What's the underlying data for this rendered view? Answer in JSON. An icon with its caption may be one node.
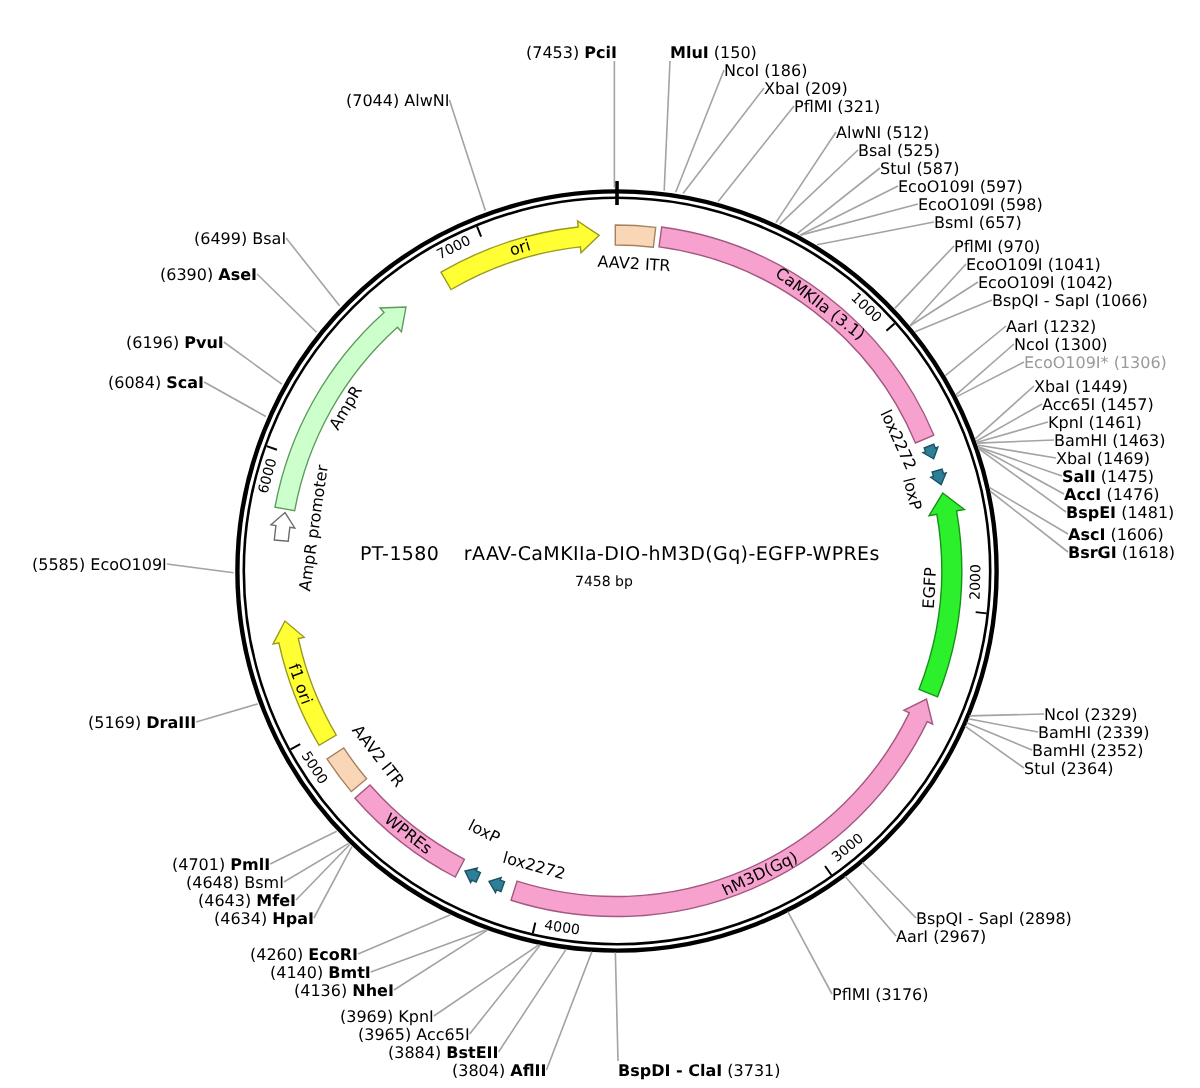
{
  "diagram": {
    "title": "PT-1580 rAAV-CaMKIIa-DIO-hM3D(Gq)-EGFP-WPREs",
    "nodes": [
      {
        "text": [],
        "shape": "circle"
      },
      {
        "text": [
          "AAV2 ITR"
        ],
        "in": 0
      },
      {
        "text": [
          "CaMKIIa (3.1)"
        ],
        "in": 0
      },
      {
        "text": [
          "lox2272"
        ],
        "in": 0
      },
      {
        "text": [
          "loxP"
        ],
        "in": 0
      },
      {
        "text": [
          "EGFP"
        ],
        "in": 0
      },
      {
        "text": [
          "hM3D(Gq)"
        ],
        "in": 0
      },
      {
        "text": [
          "lox2272"
        ],
        "in": 0
      },
      {
        "text": [
          "loxP"
        ],
        "in": 0
      },
      {
        "text": [
          "WPREs"
        ],
        "in": 0
      },
      {
        "text": [
          "AAV2 ITR"
        ],
        "in": 0
      },
      {
        "text": [
          "f1 ori"
        ],
        "in": 0
      },
      {
        "text": [
          "AmpR promoter"
        ],
        "in": 0
      },
      {
        "text": [
          "AmpR"
        ],
        "in": 0
      },
      {
        "text": [
          "ori"
        ],
        "in": 0
      },
      {
        "text": [
          "(7453) **PciI**"
        ]
      },
      {
        "text": [
          "**MluI** (150)"
        ]
      },
      {
        "text": [
          "NcoI (186)"
        ]
      },
      {
        "text": [
          "XbaI (209)"
        ]
      },
      {
        "text": [
          "PflMI (321)"
        ]
      },
      {
        "text": [
          "AlwNI (512)"
        ]
      },
      {
        "text": [
          "BsaI (525)"
        ]
      },
      {
        "text": [
          "StuI (587)"
        ]
      },
      {
        "text": [
          "EcoO109I (597)"
        ]
      },
      {
        "text": [
          "EcoO109I (598)"
        ]
      },
      {
        "text": [
          "BsmI (657)"
        ]
      },
      {
        "text": [
          "PflMI (970)"
        ]
      },
      {
        "text": [
          "EcoO109I (1041)"
        ]
      },
      {
        "text": [
          "EcoO109I (1042)"
        ]
      },
      {
        "text": [
          "BspQI - SapI (1066)"
        ]
      },
      {
        "text": [
          "AarI (1232)"
        ]
      },
      {
        "text": [
          "NcoI (1300)"
        ]
      },
      {
        "text": [
          "EcoO109I* (1306)"
        ]
      },
      {
        "text": [
          "XbaI (1449)"
        ]
      },
      {
        "text": [
          "Acc65I (1457)"
        ]
      },
      {
        "text": [
          "KpnI (1461)"
        ]
      },
      {
        "text": [
          "BamHI (1463)"
        ]
      },
      {
        "text": [
          "XbaI (1469)"
        ]
      },
      {
        "text": [
          "**SalI** (1475)"
        ]
      },
      {
        "text": [
          "**AccI** (1476)"
        ]
      },
      {
        "text": [
          "**BspEI** (1481)"
        ]
      },
      {
        "text": [
          "**AscI** (1606)"
        ]
      },
      {
        "text": [
          "**BsrGI** (1618)"
        ]
      },
      {
        "text": [
          "NcoI (2329)"
        ]
      },
      {
        "text": [
          "BamHI (2339)"
        ]
      },
      {
        "text": [
          "BamHI (2352)"
        ]
      },
      {
        "text": [
          "StuI (2364)"
        ]
      },
      {
        "text": [
          "BspQI - SapI (2898)"
        ]
      },
      {
        "text": [
          "AarI (2967)"
        ]
      },
      {
        "text": [
          "PflMI (3176)"
        ]
      },
      {
        "text": [
          "**BspDI - ClaI** (3731)"
        ]
      },
      {
        "text": [
          "(3804) **AflII**"
        ]
      },
      {
        "text": [
          "(3884) **BstEII**"
        ]
      },
      {
        "text": [
          "(3965) Acc65I"
        ]
      },
      {
        "text": [
          "(3969) KpnI"
        ]
      },
      {
        "text": [
          "(4136) **NheI**"
        ]
      },
      {
        "text": [
          "(4140) **BmtI**"
        ]
      },
      {
        "text": [
          "(4260) **EcoRI**"
        ]
      },
      {
        "text": [
          "(4634) **HpaI**"
        ]
      },
      {
        "text": [
          "(4643) **MfeI**"
        ]
      },
      {
        "text": [
          "(4648) BsmI"
        ]
      },
      {
        "text": [
          "(4701) **PmlI**"
        ]
      },
      {
        "text": [
          "(5169) **DraIII**"
        ]
      },
      {
        "text": [
          "(5585) EcoO109I"
        ]
      },
      {
        "text": [
          "(6084) **ScaI**"
        ]
      },
      {
        "text": [
          "(6196) **PvuI**"
        ]
      },
      {
        "text": [
          "(6390) **AseI**"
        ]
      },
      {
        "text": [
          "(6499) BsaI"
        ]
      },
      {
        "text": [
          "(7044) AlwNI"
        ]
      }
    ],
    "edges": [
      {
        "from": 15,
        "to": 0,
        "arrow": "none"
      },
      {
        "from": 16,
        "to": 0,
        "arrow": "none"
      },
      {
        "from": 17,
        "to": 0,
        "arrow": "none"
      },
      {
        "from": 18,
        "to": 0,
        "arrow": "none"
      },
      {
        "from": 19,
        "to": 0,
        "arrow": "none"
      },
      {
        "from": 20,
        "to": 0,
        "arrow": "none"
      },
      {
        "from": 21,
        "to": 0,
        "arrow": "none"
      },
      {
        "from": 22,
        "to": 0,
        "arrow": "none"
      },
      {
        "from": 23,
        "to": 0,
        "arrow": "none"
      },
      {
        "from": 24,
        "to": 0,
        "arrow": "none"
      },
      {
        "from": 25,
        "to": 0,
        "arrow": "none"
      },
      {
        "from": 26,
        "to": 0,
        "arrow": "none"
      },
      {
        "from": 27,
        "to": 0,
        "arrow": "none"
      },
      {
        "from": 28,
        "to": 0,
        "arrow": "none"
      },
      {
        "from": 29,
        "to": 0,
        "arrow": "none"
      },
      {
        "from": 30,
        "to": 0,
        "arrow": "none"
      },
      {
        "from": 31,
        "to": 0,
        "arrow": "none"
      },
      {
        "from": 32,
        "to": 0,
        "arrow": "none"
      },
      {
        "from": 33,
        "to": 0,
        "arrow": "none"
      },
      {
        "from": 34,
        "to": 0,
        "arrow": "none"
      },
      {
        "from": 35,
        "to": 0,
        "arrow": "none"
      },
      {
        "from": 36,
        "to": 0,
        "arrow": "none"
      },
      {
        "from": 37,
        "to": 0,
        "arrow": "none"
      },
      {
        "from": 38,
        "to": 0,
        "arrow": "none"
      },
      {
        "from": 39,
        "to": 0,
        "arrow": "none"
      },
      {
        "from": 40,
        "to": 0,
        "arrow": "none"
      },
      {
        "from": 41,
        "to": 0,
        "arrow": "none"
      },
      {
        "from": 42,
        "to": 0,
        "arrow": "none"
      },
      {
        "from": 43,
        "to": 0,
        "arrow": "none"
      },
      {
        "from": 44,
        "to": 0,
        "arrow": "none"
      },
      {
        "from": 45,
        "to": 0,
        "arrow": "none"
      },
      {
        "from": 46,
        "to": 0,
        "arrow": "none"
      },
      {
        "from": 47,
        "to": 0,
        "arrow": "none"
      },
      {
        "from": 48,
        "to": 0,
        "arrow": "none"
      },
      {
        "from": 49,
        "to": 0,
        "arrow": "none"
      },
      {
        "from": 50,
        "to": 0,
        "arrow": "none"
      },
      {
        "from": 51,
        "to": 0,
        "arrow": "none"
      },
      {
        "from": 52,
        "to": 0,
        "arrow": "none"
      },
      {
        "from": 53,
        "to": 0,
        "arrow": "none"
      },
      {
        "from": 54,
        "to": 0,
        "arrow": "none"
      },
      {
        "from": 55,
        "to": 0,
        "arrow": "none"
      },
      {
        "from": 56,
        "to": 0,
        "arrow": "none"
      },
      {
        "from": 57,
        "to": 0,
        "arrow": "none"
      },
      {
        "from": 58,
        "to": 0,
        "arrow": "none"
      },
      {
        "from": 59,
        "to": 0,
        "arrow": "none"
      },
      {
        "from": 60,
        "to": 0,
        "arrow": "none"
      },
      {
        "from": 61,
        "to": 0,
        "arrow": "none"
      },
      {
        "from": 62,
        "to": 0,
        "arrow": "none"
      },
      {
        "from": 63,
        "to": 0,
        "arrow": "none"
      },
      {
        "from": 64,
        "to": 0,
        "arrow": "none"
      },
      {
        "from": 65,
        "to": 0,
        "arrow": "none"
      },
      {
        "from": 66,
        "to": 0,
        "arrow": "none"
      },
      {
        "from": 67,
        "to": 0,
        "arrow": "none"
      },
      {
        "from": 68,
        "to": 0,
        "arrow": "none"
      }
    ],
    "labels": [
      "7458 bp",
      "1000",
      "2000",
      "3000",
      "4000",
      "5000",
      "6000",
      "7000"
    ]
  }
}
